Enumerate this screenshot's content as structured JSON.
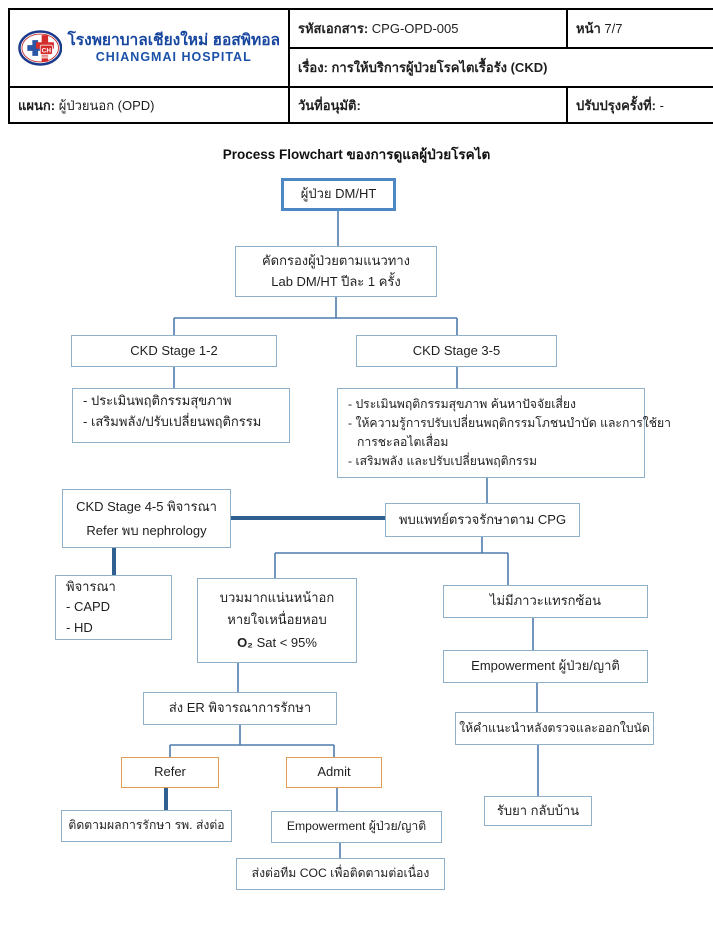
{
  "header": {
    "logo": {
      "thai_name": "โรงพยาบาลเชียงใหม่ ฮอสพิทอล",
      "eng_name": "CHIANGMAI HOSPITAL",
      "badge": "CH"
    },
    "doc_code": {
      "label": "รหัสเอกสาร:",
      "value": "CPG-OPD-005"
    },
    "page": {
      "label": "หน้า",
      "value": "7/7"
    },
    "subject": {
      "label": "เรื่อง:",
      "value": "การให้บริการผู้ป่วยโรคไตเรื้อรัง (CKD)"
    },
    "dept": {
      "label": "แผนก:",
      "value": "ผู้ป่วยนอก (OPD)"
    },
    "approve": {
      "label": "วันที่อนุมัติ:",
      "value": ""
    },
    "revision": {
      "label": "ปรับปรุงครั้งที่:",
      "value": "-"
    }
  },
  "flowchart": {
    "title": "Process Flowchart ของการดูแลผู้ป่วยโรคไต",
    "colors": {
      "box_border": "#8fb0c9",
      "start_border": "#4d88c4",
      "orange_border": "#e39b55",
      "line": "#4f7cae",
      "line_thick": "#30608f"
    },
    "nodes": {
      "start": {
        "label": "ผู้ป่วย DM/HT"
      },
      "screening": {
        "lines": [
          "คัดกรองผู้ป่วยตามแนวทาง",
          "Lab DM/HT ปีละ 1 ครั้ง"
        ]
      },
      "stage12": {
        "label": "CKD Stage 1-2"
      },
      "stage35": {
        "label": "CKD Stage 3-5"
      },
      "stage12_actions": {
        "lines": [
          "- ประเมินพฤติกรรมสุขภาพ",
          "- เสริมพลัง/ปรับเปลี่ยนพฤติกรรม"
        ]
      },
      "stage35_actions": {
        "lines": [
          "- ประเมินพฤติกรรมสุขภาพ ค้นหาปัจจัยเสี่ยง",
          "- ให้ความรู้การปรับเปลี่ยนพฤติกรรมโภชนบำบัด และการใช้ยา",
          "การชะลอไตเสื่อม",
          "- เสริมพลัง และปรับเปลี่ยนพฤติกรรม"
        ]
      },
      "stage45": {
        "lines": [
          "CKD Stage 4-5 พิจารณา",
          "Refer พบ nephrology"
        ]
      },
      "cpg": {
        "label": "พบแพทย์ตรวจรักษาตาม CPG"
      },
      "dialysis": {
        "lines": [
          "พิจารณา",
          "- CAPD",
          "- HD"
        ]
      },
      "emergency": {
        "lines": [
          "บวมมากแน่นหน้าอก",
          "หายใจเหนื่อยหอบ"
        ],
        "o2": "O₂",
        "sat": " Sat < 95%"
      },
      "no_complication": {
        "label": "ไม่มีภาวะแทรกซ้อน"
      },
      "empowerment_opd": {
        "label": "Empowerment ผู้ป่วย/ญาติ"
      },
      "er": {
        "label": "ส่ง ER พิจารณาการรักษา"
      },
      "advice": {
        "label": "ให้คำแนะนำหลังตรวจและออกใบนัด"
      },
      "refer": {
        "label": "Refer"
      },
      "admit": {
        "label": "Admit"
      },
      "followup": {
        "label": "ติดตามผลการรักษา รพ. ส่งต่อ"
      },
      "empowerment_admit": {
        "label": "Empowerment ผู้ป่วย/ญาติ"
      },
      "home": {
        "label": "รับยา กลับบ้าน"
      },
      "coc": {
        "label": "ส่งต่อทีม COC เพื่อติดตามต่อเนื่อง"
      }
    }
  }
}
